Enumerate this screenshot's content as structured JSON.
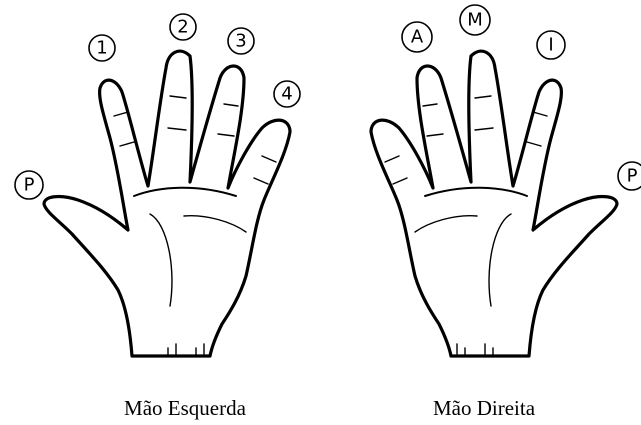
{
  "left_hand": {
    "caption": "Mão Esquerda",
    "fingers": [
      {
        "finger": "thumb",
        "label": "P"
      },
      {
        "finger": "index",
        "label": "1"
      },
      {
        "finger": "middle",
        "label": "2"
      },
      {
        "finger": "ring",
        "label": "3"
      },
      {
        "finger": "pinky",
        "label": "4"
      }
    ]
  },
  "right_hand": {
    "caption": "Mão Direita",
    "fingers": [
      {
        "finger": "ring",
        "label": "A"
      },
      {
        "finger": "middle",
        "label": "M"
      },
      {
        "finger": "index",
        "label": "I"
      },
      {
        "finger": "thumb",
        "label": "P"
      }
    ]
  }
}
